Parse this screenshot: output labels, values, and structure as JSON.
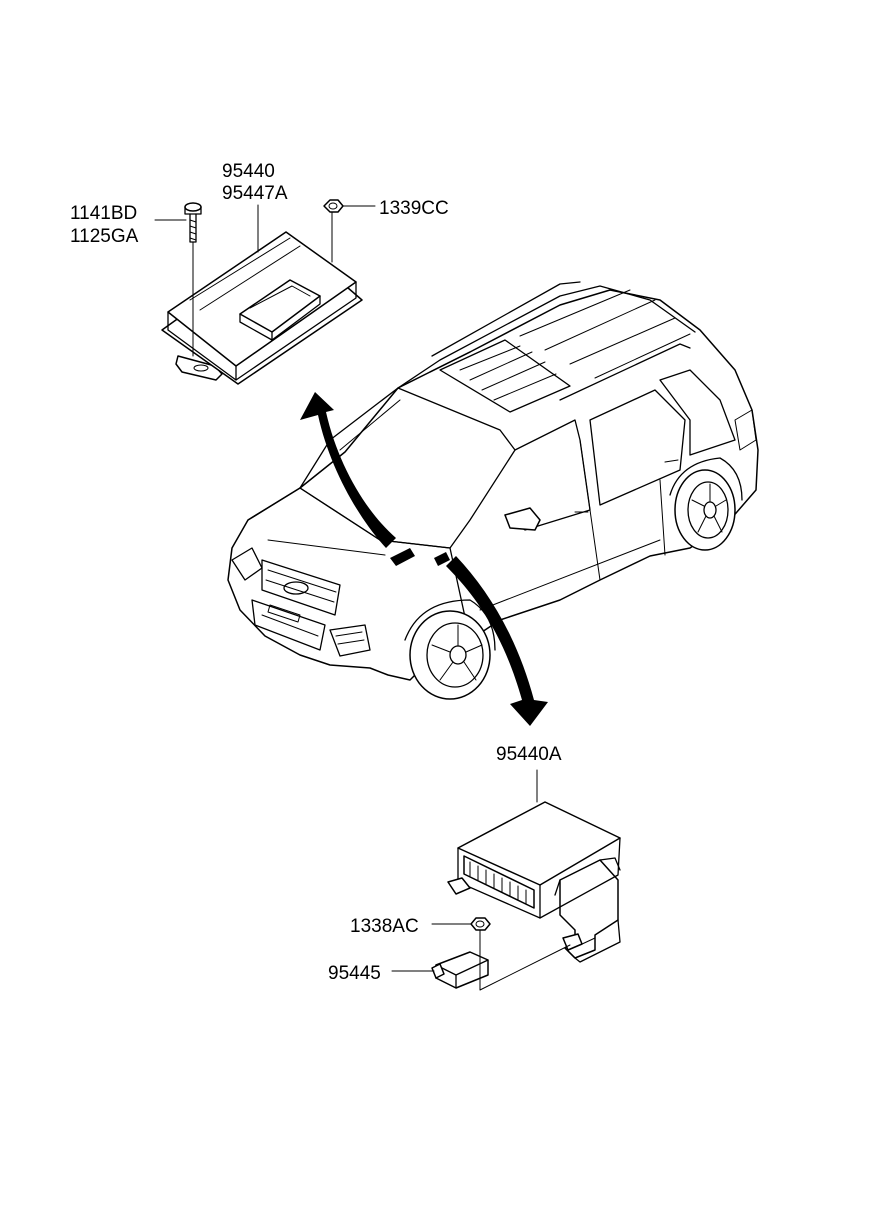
{
  "labels": {
    "screw_part_1": "1141BD",
    "screw_part_2": "1125GA",
    "module_part_1": "95440",
    "module_part_2": "95447A",
    "nut_part_top": "1339CC",
    "module_part_lower": "95440A",
    "nut_part_lower": "1338AC",
    "sensor_part": "95445"
  }
}
